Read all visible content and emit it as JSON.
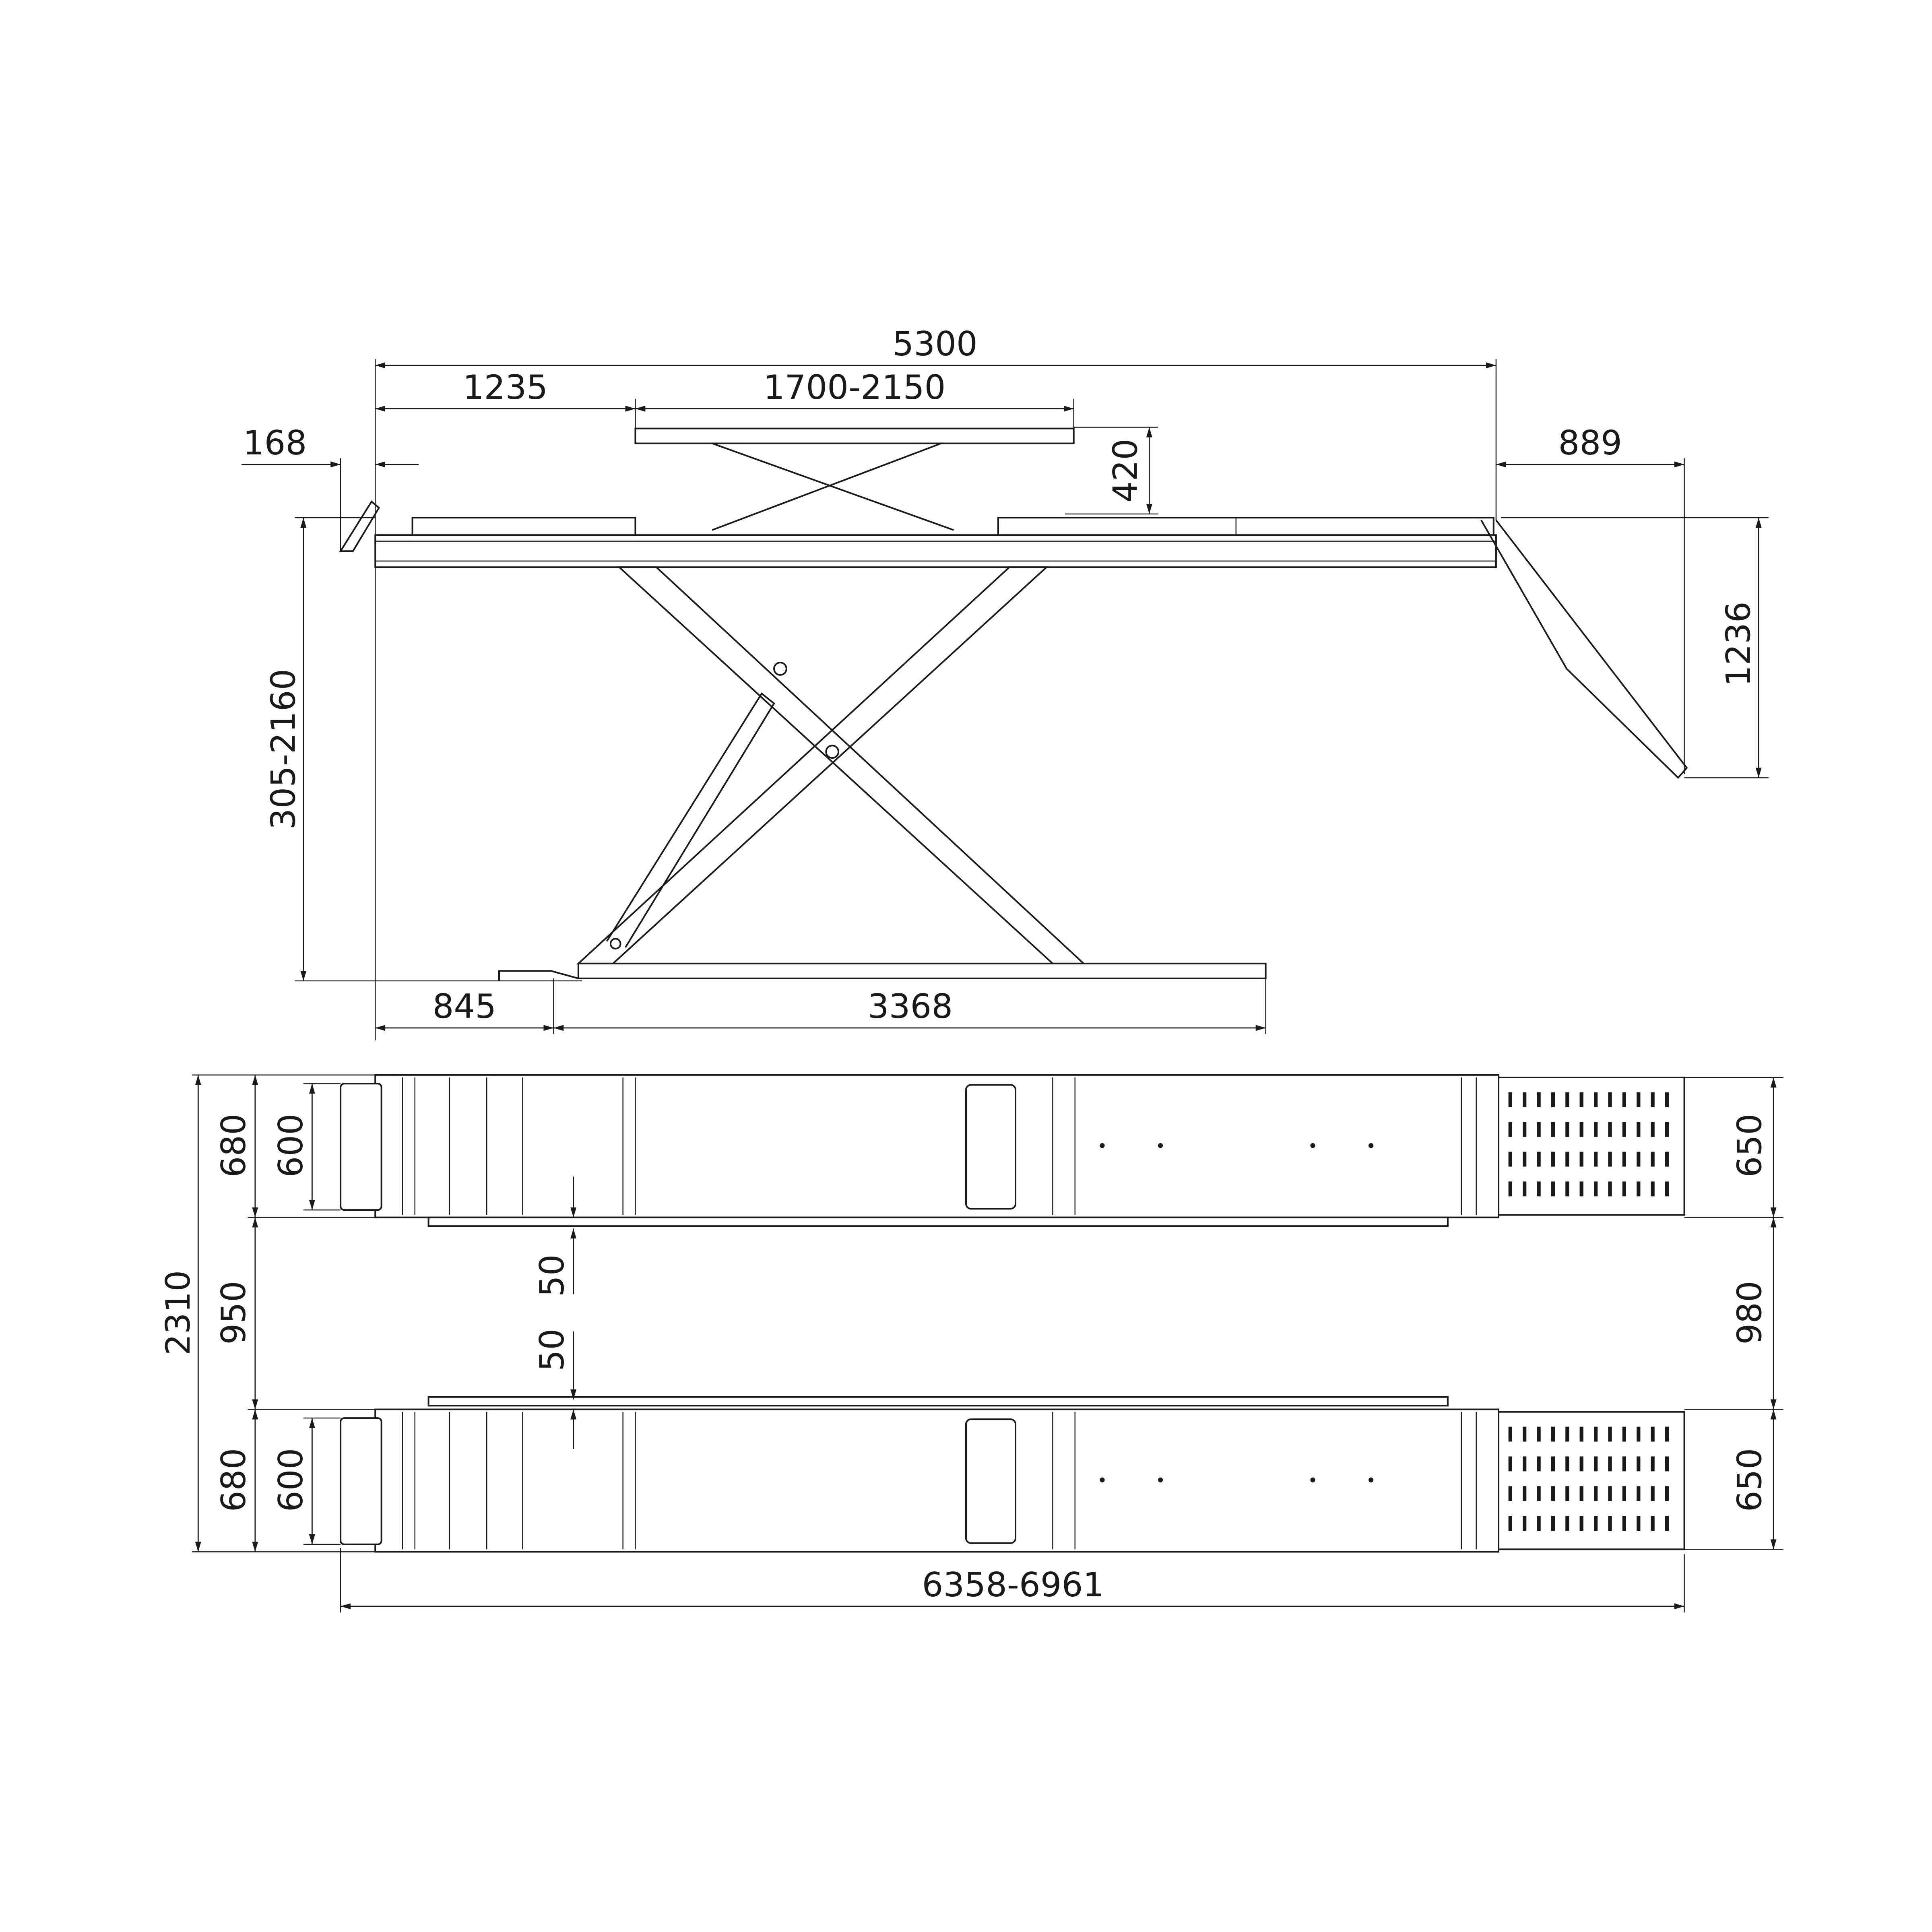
{
  "title": "Scissor lift dimension drawing",
  "side_view": {
    "overall_length": "5300",
    "front_to_jack": "1235",
    "jack_range": "1700-2150",
    "front_ramp": "168",
    "jack_height": "420",
    "rear_ramp": "889",
    "rear_ramp_height": "1236",
    "lift_height_range": "305-2160",
    "base_offset": "845",
    "base_length": "3368"
  },
  "top_view": {
    "platform_width_top": "680",
    "pad_width_top": "600",
    "total_width": "2310",
    "inner_gap": "950",
    "rail_offset_top": "50",
    "rail_offset_bottom": "50",
    "platform_width_bottom": "680",
    "pad_width_bottom": "600",
    "ramp_width_top": "650",
    "ramp_gap": "980",
    "ramp_width_bottom": "650",
    "overall_length_range": "6358-6961"
  },
  "colors": {
    "line": "#1a1a1a",
    "background": "#ffffff"
  }
}
